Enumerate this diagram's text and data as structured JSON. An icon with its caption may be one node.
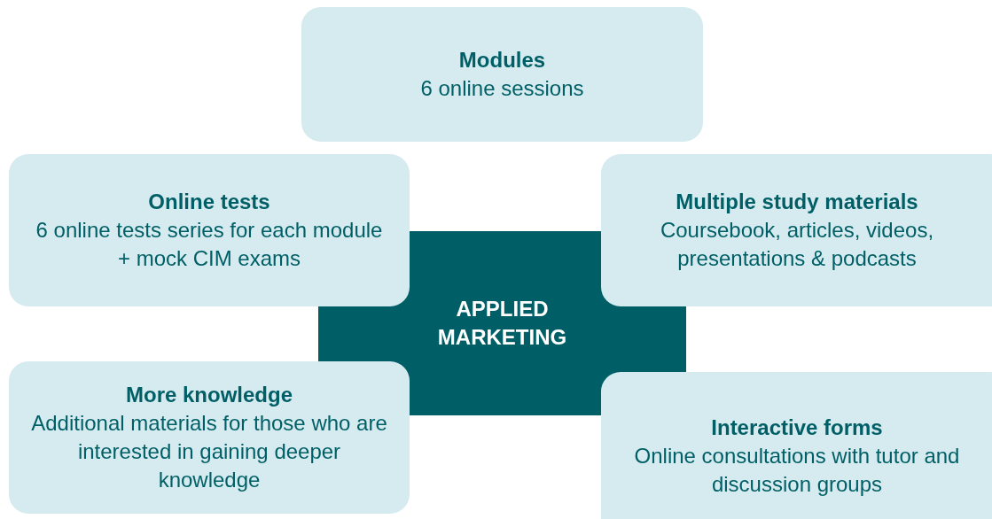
{
  "diagram": {
    "nodes": [
      {
        "text": [
          "Modules",
          "6 online sessions"
        ]
      },
      {
        "text": [
          "Online tests",
          "6 online tests series for each module + mock CIM exams"
        ]
      },
      {
        "text": [
          "Multiple study materials",
          "Coursebook, articles, videos, presentations & podcasts"
        ]
      },
      {
        "text": [
          "APPLIED MARKETING"
        ]
      },
      {
        "text": [
          "More knowledge",
          "Additional materials for those who are interested in gaining deeper knowledge"
        ]
      },
      {
        "text": [
          "Interactive forms",
          "Online consultations with tutor and discussion groups"
        ]
      }
    ]
  }
}
